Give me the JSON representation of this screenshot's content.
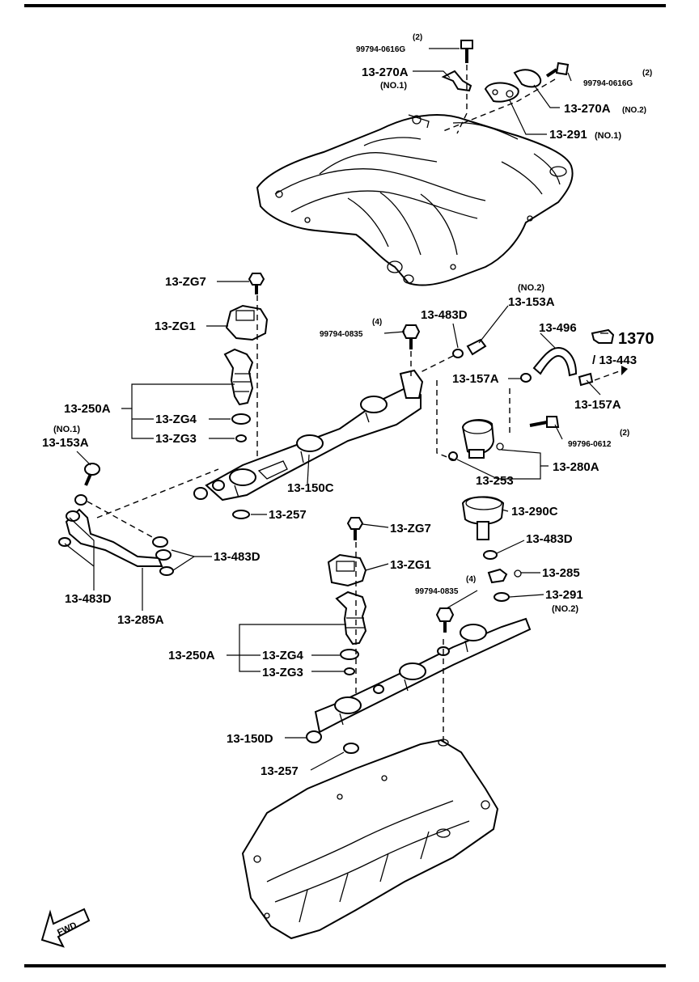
{
  "labels": {
    "bolt_top_qty": "(2)",
    "bolt_top_pn": "99794-0616G",
    "bracket_270a_no1": "13-270A",
    "bracket_270a_no1_sub": "(NO.1)",
    "bolt_right_qty": "(2)",
    "bolt_right_pn": "99794-0616G",
    "bracket_270a_no2": "13-270A",
    "bracket_270a_no2_sub": "(NO.2)",
    "gasket_291_no1": "13-291",
    "gasket_291_no1_sub": "(NO.1)",
    "bolt_zg7_upper": "13-ZG7",
    "insulator_zg1_upper": "13-ZG1",
    "injector_250a_upper": "13-250A",
    "oring_zg4_upper": "13-ZG4",
    "oring_zg3_upper": "13-ZG3",
    "bolt_0835_upper_qty": "(4)",
    "bolt_0835_upper_pn": "99794-0835",
    "washer_483d_upper": "13-483D",
    "union_153a_no2_sub": "(NO.2)",
    "union_153a_no2": "13-153A",
    "hose_496": "13-496",
    "ref_1370": "1370",
    "ref_443": "/ 13-443",
    "clip_157a_left": "13-157A",
    "clip_157a_right": "13-157A",
    "bolt_0612_qty": "(2)",
    "bolt_0612_pn": "99796-0612",
    "union_153a_no1_sub": "(NO.1)",
    "union_153a_no1": "13-153A",
    "rail_150c": "13-150C",
    "oring_253": "13-253",
    "damper_280a": "13-280A",
    "seal_257_upper": "13-257",
    "regulator_290c": "13-290C",
    "bolt_zg7_lower": "13-ZG7",
    "washer_483d_right": "13-483D",
    "insulator_zg1_lower": "13-ZG1",
    "washer_483d_pipe": "13-483D",
    "fitting_285": "13-285",
    "bolt_0835_lower_qty": "(4)",
    "bolt_0835_lower_pn": "99794-0835",
    "gasket_291_no2": "13-291",
    "gasket_291_no2_sub": "(NO.2)",
    "washer_483d_left": "13-483D",
    "pipe_285a": "13-285A",
    "injector_250a_lower": "13-250A",
    "oring_zg4_lower": "13-ZG4",
    "oring_zg3_lower": "13-ZG3",
    "rail_150d": "13-150D",
    "seal_257_lower": "13-257",
    "fwd": "FWD"
  },
  "icons": {
    "reference_hand": "pointing-hand-icon",
    "direction": "fwd-arrow-icon"
  },
  "colors": {
    "line": "#000000",
    "background": "#ffffff"
  }
}
